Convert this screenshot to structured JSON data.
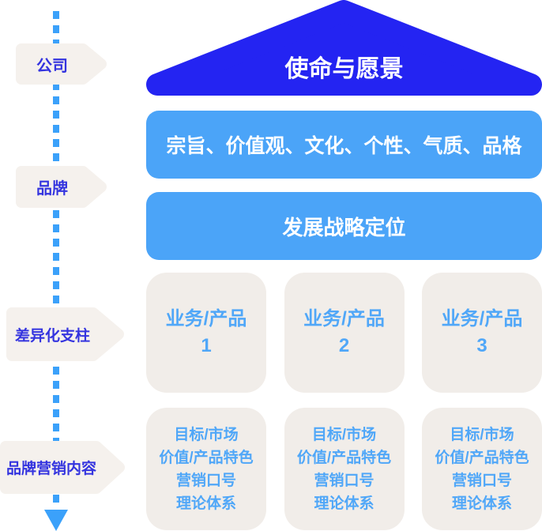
{
  "diagram": {
    "title_semantic": "brand-strategy-pyramid",
    "axis": {
      "tags": [
        {
          "label": "公司"
        },
        {
          "label": "品牌"
        },
        {
          "label": "差异化支柱"
        },
        {
          "label": "品牌营销内容"
        }
      ],
      "arrow_icon": "down-arrow"
    },
    "roof": {
      "title": "使命与愿景"
    },
    "bars": [
      {
        "label": "宗旨、价值观、文化、个性、气质、品格"
      },
      {
        "label": "发展战略定位"
      }
    ],
    "pillars": [
      {
        "title": "业务/产品",
        "number": "1"
      },
      {
        "title": "业务/产品",
        "number": "2"
      },
      {
        "title": "业务/产品",
        "number": "3"
      }
    ],
    "content_boxes": [
      {
        "lines": [
          "目标/市场",
          "价值/产品特色",
          "营销口号",
          "理论体系"
        ]
      },
      {
        "lines": [
          "目标/市场",
          "价值/产品特色",
          "营销口号",
          "理论体系"
        ]
      },
      {
        "lines": [
          "目标/市场",
          "价值/产品特色",
          "营销口号",
          "理论体系"
        ]
      }
    ],
    "colors": {
      "roof_blue": "#2424F2",
      "bar_blue": "#4BA4F8",
      "box_background": "#F1EDE9",
      "tag_background": "#F5F1ED",
      "tag_text": "#3434DF",
      "timeline_blue": "#3BA1FA",
      "box_text": "#50A7F8",
      "bar_text": "#FFFFFF",
      "roof_text": "#FFFFFF"
    }
  }
}
